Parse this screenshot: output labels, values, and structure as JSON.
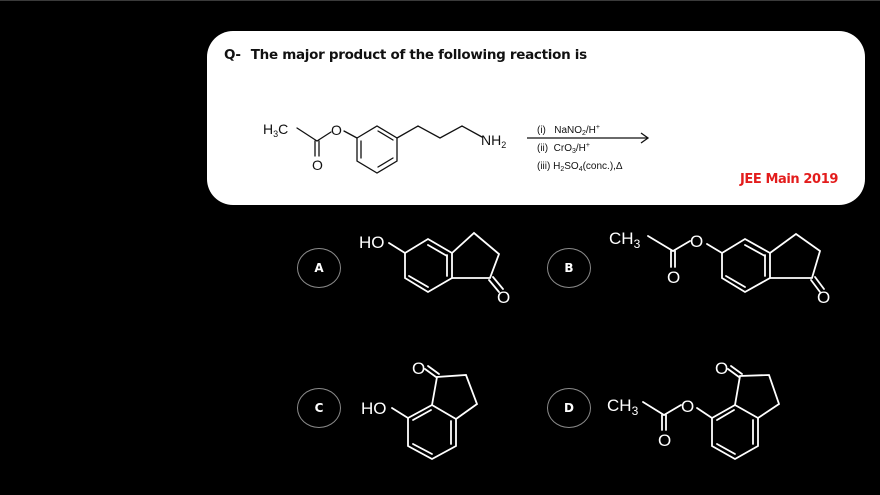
{
  "question": {
    "prefix": "Q-",
    "text": "The major product of the following reaction is",
    "exam_tag": "JEE Main 2019",
    "exam_tag_color": "#e31c1c"
  },
  "reaction": {
    "reactant": {
      "labels": {
        "methyl": "H3C",
        "ester_oxygen": "O",
        "carbonyl_oxygen": "O",
        "amine": "NH2"
      },
      "description": "3-(3-aminopropyl)phenyl acetate"
    },
    "conditions": [
      {
        "step": "(i)",
        "reagent": "NaNO2/H+"
      },
      {
        "step": "(ii)",
        "reagent": "CrO3/H+"
      },
      {
        "step": "(iii)",
        "reagent": "H2SO4(conc.),Δ"
      }
    ],
    "arrow": "right-arrow"
  },
  "options": [
    {
      "label": "A",
      "structure_labels": {
        "substituent": "HO",
        "ketone_oxygen": "O"
      },
      "description": "5-hydroxy-1-indanone"
    },
    {
      "label": "B",
      "structure_labels": {
        "methyl": "CH3",
        "ester_oxygen": "O",
        "carbonyl_oxygen": "O",
        "ketone_oxygen": "O"
      },
      "description": "1-oxo-indan-5-yl acetate"
    },
    {
      "label": "C",
      "structure_labels": {
        "substituent": "HO",
        "ketone_oxygen": "O"
      },
      "description": "7-hydroxy-1-indanone"
    },
    {
      "label": "D",
      "structure_labels": {
        "methyl": "CH3",
        "ester_oxygen": "O",
        "carbonyl_oxygen": "O",
        "ketone_oxygen": "O"
      },
      "description": "1-oxo-indan-7-yl acetate"
    }
  ],
  "colors": {
    "background": "#000000",
    "card": "#ffffff",
    "badge_border": "#8a8a8a",
    "structure_light": "#ffffff",
    "structure_dark": "#111111"
  }
}
